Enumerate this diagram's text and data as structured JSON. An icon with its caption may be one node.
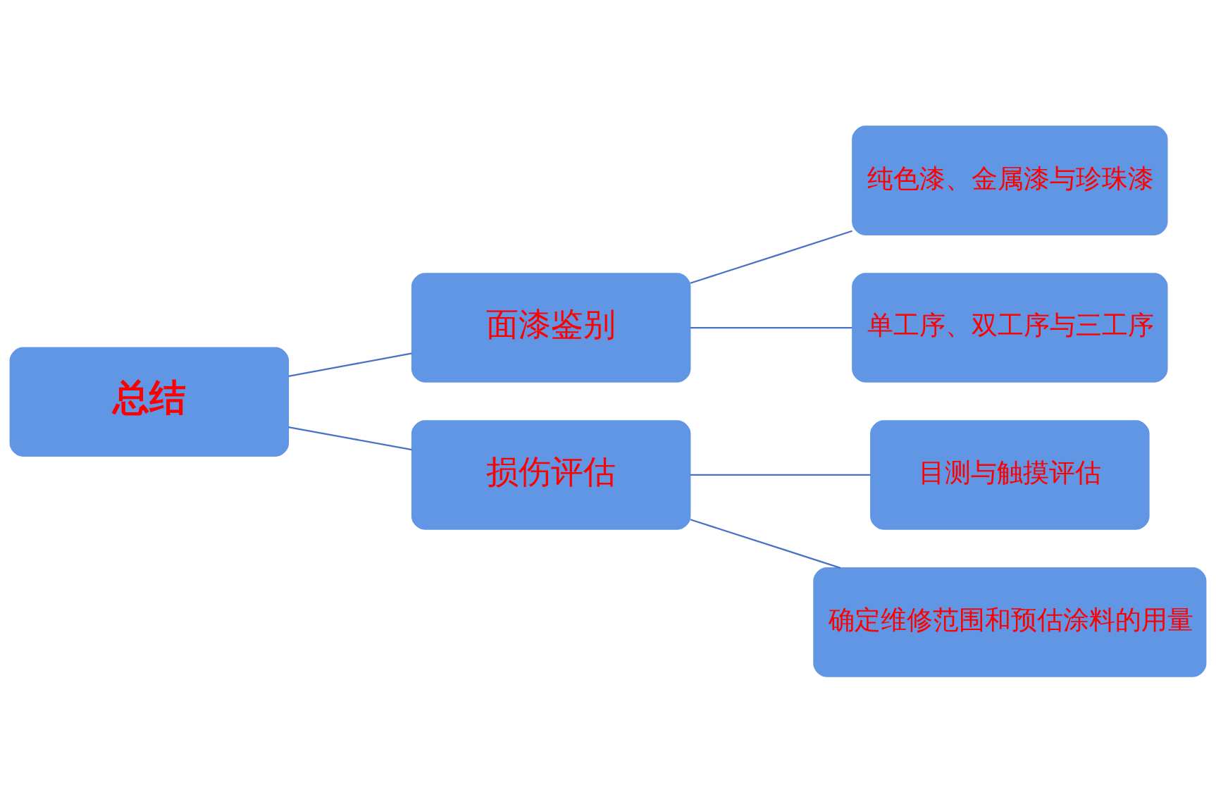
{
  "diagram": {
    "nodes": [
      {
        "text": [
          "总结"
        ]
      },
      {
        "text": [
          "面漆鉴别"
        ]
      },
      {
        "text": [
          "纯色漆、金属漆与珍珠漆"
        ]
      },
      {
        "text": [
          "单工序、双工序与三工序"
        ]
      },
      {
        "text": [
          "损伤评估"
        ]
      },
      {
        "text": [
          "目测与触摸评估"
        ]
      },
      {
        "text": [
          "确定维修范围和预估涂料的用量"
        ]
      }
    ],
    "edges": [
      {
        "from": 0,
        "to": 1,
        "arrow": "none"
      },
      {
        "from": 0,
        "to": 4,
        "arrow": "none"
      },
      {
        "from": 1,
        "to": 2,
        "arrow": "none"
      },
      {
        "from": 1,
        "to": 3,
        "arrow": "none"
      },
      {
        "from": 4,
        "to": 5,
        "arrow": "none"
      },
      {
        "from": 4,
        "to": 6,
        "arrow": "none"
      }
    ]
  }
}
